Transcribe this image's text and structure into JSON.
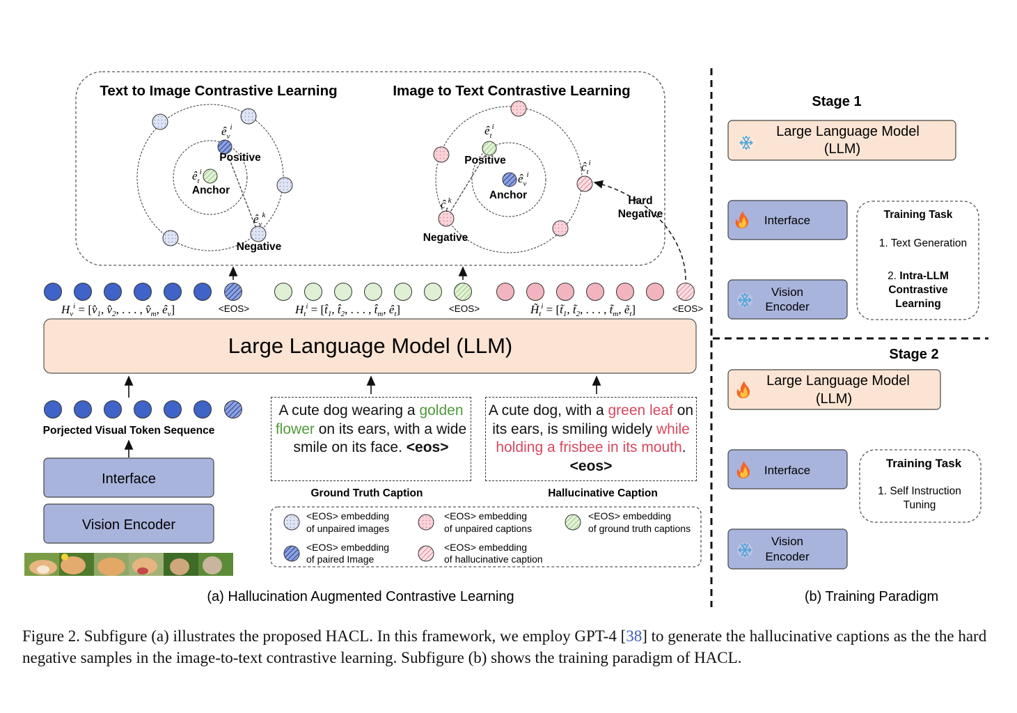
{
  "panel_a": {
    "t2i_title": "Text to Image Contrastive Learning",
    "i2t_title": "Image to Text Contrastive Learning",
    "labels": {
      "positive": "Positive",
      "anchor": "Anchor",
      "negative": "Negative",
      "hard": "Hard",
      "negative2": "Negative"
    },
    "eos": "<EOS>",
    "llm": "Large Language Model (LLM)",
    "projected": "Porjected Visual Token Sequence",
    "interface": "Interface",
    "vision_encoder": "Vision Encoder",
    "gt_caption": {
      "p1": "A cute dog wearing a ",
      "p2": "golden flower",
      "p3": " on its ears, with a wide smile on its face. ",
      "eos": "<eos>"
    },
    "hal_caption": {
      "p1": "A cute dog, with a ",
      "p2": "green leaf",
      "p3": " on its ears, is smiling widely ",
      "p4": "while holding a frisbee in its mouth",
      "p5": ". ",
      "eos": "<eos>"
    },
    "gt_label": "Ground Truth Caption",
    "hal_label": "Hallucinative Caption",
    "legend": [
      {
        "l1": "<EOS> embedding",
        "l2": "of unpaired images"
      },
      {
        "l1": "<EOS> embedding",
        "l2": "of unpaired captions"
      },
      {
        "l1": "<EOS> embedding",
        "l2": "of ground truth captions"
      },
      {
        "l1": "<EOS> embedding",
        "l2": "of paired Image"
      },
      {
        "l1": "<EOS> embedding",
        "l2": "of hallucinative caption"
      }
    ],
    "subcaption": "(a) Hallucination Augmented Contrastive Learning"
  },
  "panel_b": {
    "stage1": "Stage 1",
    "stage2": "Stage 2",
    "llm_l1": "Large Language Model",
    "llm_l2": "(LLM)",
    "interface": "Interface",
    "vision_l1": "Vision",
    "vision_l2": "Encoder",
    "task_title": "Training Task",
    "s1_task1": "1. Text Generation",
    "s1_task2_num": "2.",
    "s1_task2_l1": "Intra-LLM",
    "s1_task2_l2": "Contrastive",
    "s1_task2_l3": "Learning",
    "s2_task1_l1": "1. Self Instruction",
    "s2_task1_l2": "Tuning",
    "subcaption": "(b) Training Paradigm"
  },
  "figure_caption": {
    "before": "Figure 2. Subfigure (a) illustrates the proposed HACL. In this framework, we employ GPT-4 [",
    "ref": "38",
    "after": "] to generate the hallucinative captions as the the hard negative samples in the image-to-text contrastive learning. Subfigure (b) shows the training paradigm of HACL."
  },
  "colors": {
    "blue_token": "#3f63c6",
    "green_token": "#dff0d4",
    "pink_token": "#f2b5bf",
    "llm_fill": "#fbe4d3",
    "module_fill": "#a9b4dc",
    "orbit_fill_unpaired_image": "#dde3f3",
    "snowflake": "snowflake-icon",
    "fire": "fire-icon"
  }
}
